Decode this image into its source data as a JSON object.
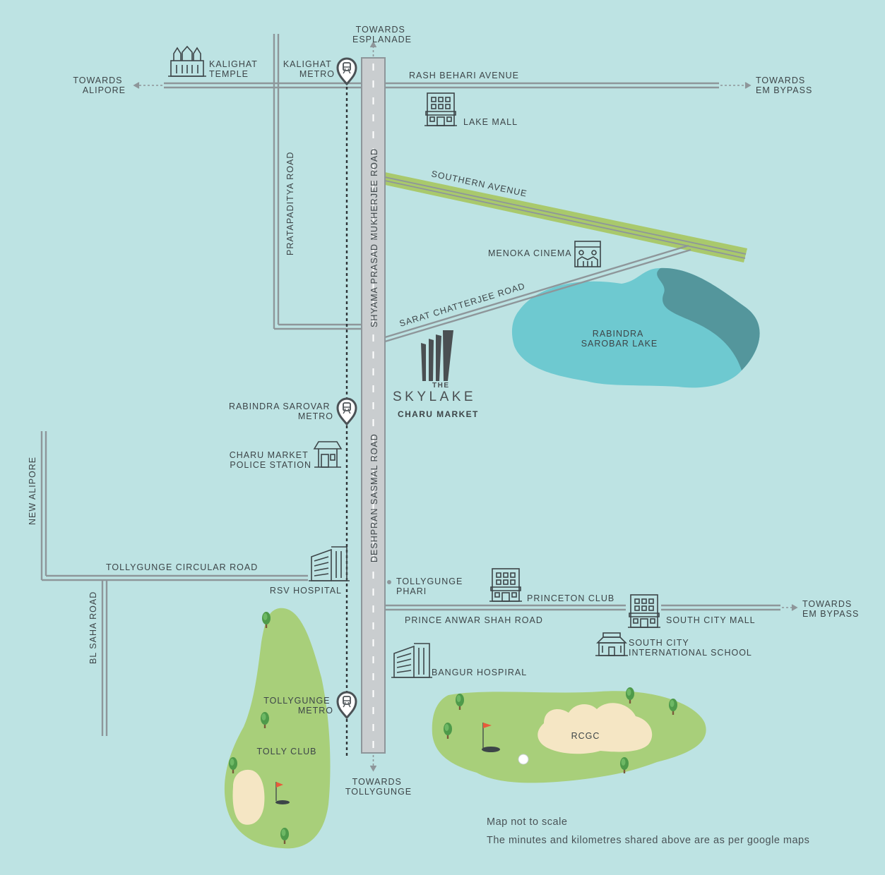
{
  "colors": {
    "background": "#bde3e3",
    "road": "#8e969a",
    "main_road": "#c9cdcf",
    "southern_avenue": "#a9c96c",
    "lake": "#6ec9d0",
    "lake_dark": "#54969c",
    "golf_green": "#a8cf7a",
    "sand": "#f5e6c4",
    "text": "#3d4548"
  },
  "labels": {
    "towards_esplanade": [
      "TOWARDS",
      "ESPLANADE"
    ],
    "towards_alipore": [
      "TOWARDS",
      "ALIPORE"
    ],
    "towards_em_bypass_top": [
      "TOWARDS",
      "EM BYPASS"
    ],
    "towards_em_bypass_bottom": [
      "TOWARDS",
      "EM BYPASS"
    ],
    "towards_tollygunge": [
      "TOWARDS",
      "TOLLYGUNGE"
    ],
    "kalighat_temple": [
      "KALIGHAT",
      "TEMPLE"
    ],
    "kalighat_metro": [
      "KALIGHAT",
      "METRO"
    ],
    "rash_behari_avenue": "RASH BEHARI AVENUE",
    "lake_mall": "LAKE MALL",
    "pratapaditya_road": "PRATAPADITYA ROAD",
    "shyama_prasad_road": "SHYAMA PRASAD MUKHERJEE ROAD",
    "southern_avenue": "SOUTHERN AVENUE",
    "menoka_cinema": "MENOKA CINEMA",
    "sarat_chatterjee_road": "SARAT CHATTERJEE ROAD",
    "rabindra_sarobar_lake": [
      "RABINDRA",
      "SAROBAR LAKE"
    ],
    "rabindra_sarovar_metro": [
      "RABINDRA SAROVAR",
      "METRO"
    ],
    "charu_market_police": [
      "CHARU MARKET",
      "POLICE STATION"
    ],
    "new_alipore": "NEW ALIPORE",
    "deshpran_sasmal_road": "DESHPRAN SASMAL ROAD",
    "tollygunge_circular_road": "TOLLYGUNGE CIRCULAR ROAD",
    "rsv_hospital": "RSV HOSPITAL",
    "tollygunge_phari": [
      "TOLLYGUNGE",
      "PHARI"
    ],
    "princeton_club": "PRINCETON CLUB",
    "prince_anwar_shah_road": "PRINCE ANWAR SHAH ROAD",
    "south_city_mall": "SOUTH CITY MALL",
    "south_city_school": [
      "SOUTH CITY",
      "INTERNATIONAL SCHOOL"
    ],
    "bl_saha_road": "BL SAHA ROAD",
    "bangur_hospital": "BANGUR HOSPIRAL",
    "tollygunge_metro": [
      "TOLLYGUNGE",
      "METRO"
    ],
    "tolly_club": "TOLLY CLUB",
    "rcgc": "RCGC"
  },
  "brand": {
    "the": "THE",
    "name": "SKYLAKE",
    "locality": "CHARU MARKET"
  },
  "notes": {
    "scale": "Map not to scale",
    "source": "The minutes and kilometres shared above are as per google maps"
  }
}
